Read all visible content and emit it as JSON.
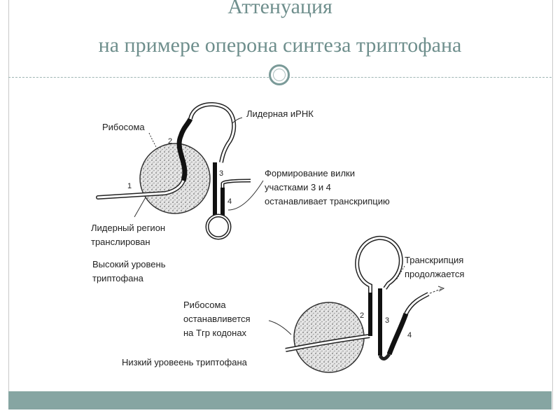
{
  "slide": {
    "title_line1": "Аттенуация",
    "title_line2": "на примере оперона синтеза триптофана"
  },
  "diagram": {
    "ribosome_label_top": "Рибосома",
    "leader_mrna": "Лидерная иРНК",
    "fork_line1": "Формирование вилки",
    "fork_line2": "участками 3 и 4",
    "fork_line3": "останавливает транскрипцию",
    "leader_region_line1": "Лидерный регион",
    "leader_region_line2": "транслирован",
    "high_trp_line1": "Высокий уровень",
    "high_trp_line2": "триптофана",
    "transcription_line1": "Транскрипция",
    "transcription_line2": "продолжается",
    "ribosome_stop_line1": "Рибосома",
    "ribosome_stop_line2": "останавливется",
    "ribosome_stop_line3": "на Тгр кодонах",
    "low_trp": "Низкий уровеень триптофана",
    "n1": "1",
    "n2": "2",
    "n3": "3",
    "n4": "4",
    "m2": "2",
    "m3": "3",
    "m4": "4"
  }
}
